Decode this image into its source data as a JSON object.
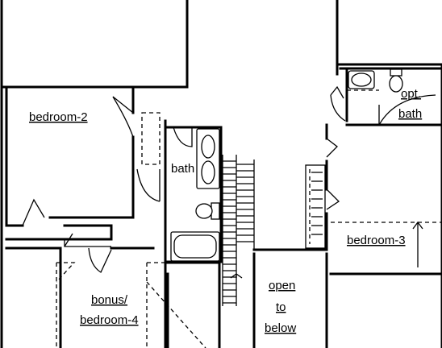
{
  "rooms": {
    "bedroom_2": "bedroom-2",
    "bath": "bath",
    "opt_bath_line1": "opt.",
    "opt_bath_line2": "bath",
    "bedroom_3": "bedroom-3",
    "bonus_line1": "bonus/",
    "bonus_line2": "bedroom-4",
    "open_line1": "open",
    "open_line2": "to",
    "open_line3": "below"
  },
  "colors": {
    "line": "#000000",
    "background": "#ffffff"
  }
}
